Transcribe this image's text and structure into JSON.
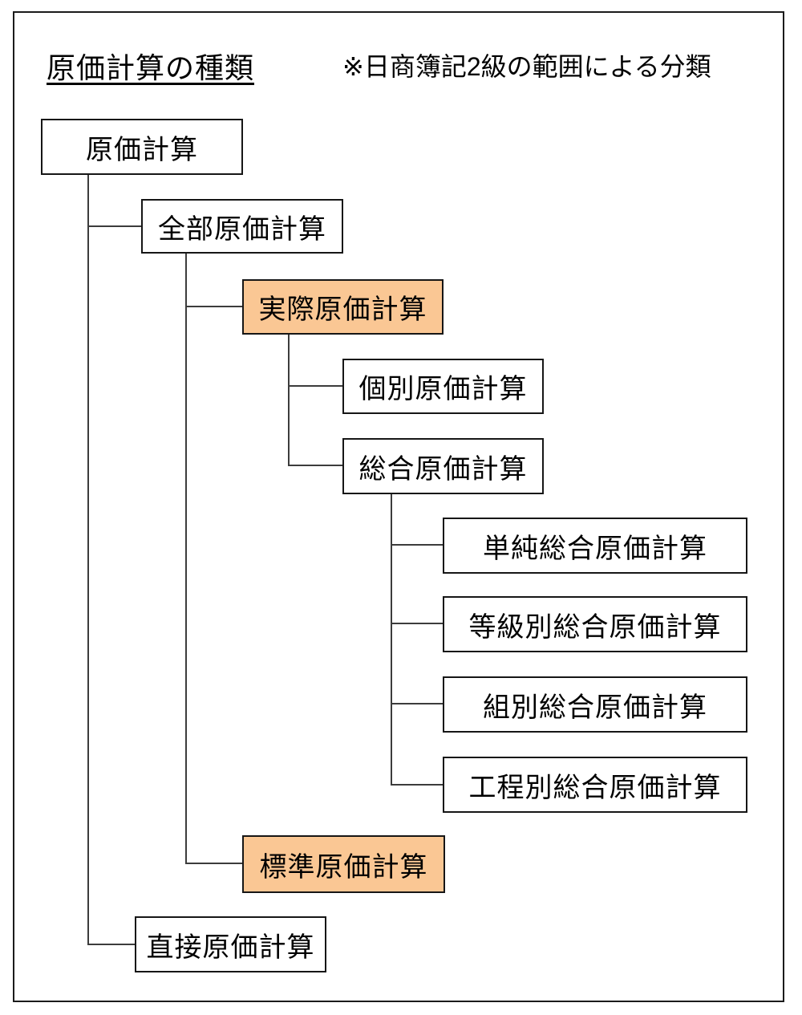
{
  "diagram": {
    "title": "原価計算の種類",
    "note": "※日商簿記2級の範囲による分類",
    "colors": {
      "highlight_fill": "#FAC794",
      "box_border": "#161616",
      "connector": "#3C3C3C"
    },
    "nodes": [
      {
        "label": "原価計算",
        "level": 0,
        "parent": null,
        "highlighted": false
      },
      {
        "label": "全部原価計算",
        "level": 1,
        "parent": "原価計算",
        "highlighted": false
      },
      {
        "label": "実際原価計算",
        "level": 2,
        "parent": "全部原価計算",
        "highlighted": true
      },
      {
        "label": "個別原価計算",
        "level": 3,
        "parent": "実際原価計算",
        "highlighted": false
      },
      {
        "label": "総合原価計算",
        "level": 3,
        "parent": "実際原価計算",
        "highlighted": false
      },
      {
        "label": "単純総合原価計算",
        "level": 4,
        "parent": "総合原価計算",
        "highlighted": false
      },
      {
        "label": "等級別総合原価計算",
        "level": 4,
        "parent": "総合原価計算",
        "highlighted": false
      },
      {
        "label": "組別総合原価計算",
        "level": 4,
        "parent": "総合原価計算",
        "highlighted": false
      },
      {
        "label": "工程別総合原価計算",
        "level": 4,
        "parent": "総合原価計算",
        "highlighted": false
      },
      {
        "label": "標準原価計算",
        "level": 2,
        "parent": "全部原価計算",
        "highlighted": true
      },
      {
        "label": "直接原価計算",
        "level": 1,
        "parent": "原価計算",
        "highlighted": false
      }
    ]
  }
}
